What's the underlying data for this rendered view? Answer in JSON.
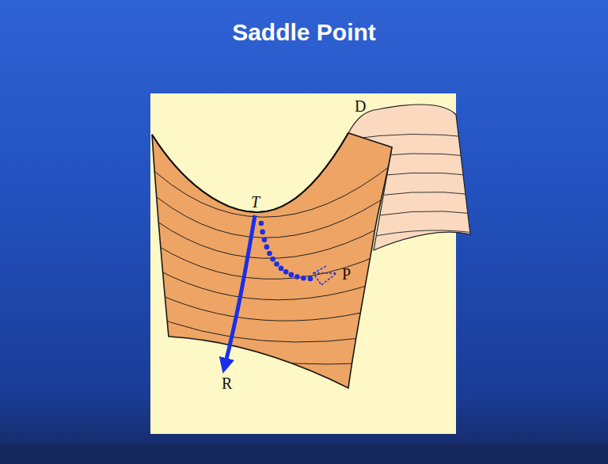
{
  "diagram": {
    "title": "Saddle Point",
    "labels": [
      "D",
      "T",
      "P",
      "R"
    ]
  }
}
